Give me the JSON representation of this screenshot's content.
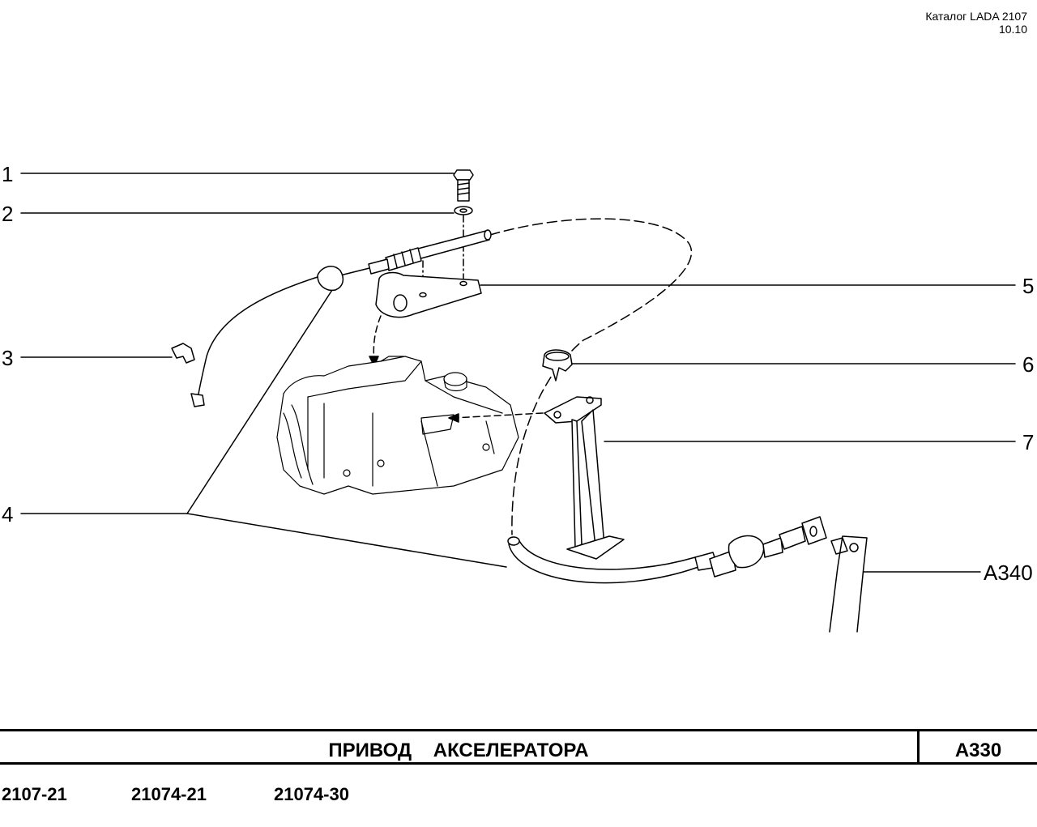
{
  "header": {
    "catalog": "Каталог LADA 2107",
    "date": "10.10"
  },
  "callouts": [
    {
      "id": "1",
      "label": "1"
    },
    {
      "id": "2",
      "label": "2"
    },
    {
      "id": "3",
      "label": "3"
    },
    {
      "id": "4",
      "label": "4"
    },
    {
      "id": "5",
      "label": "5"
    },
    {
      "id": "6",
      "label": "6"
    },
    {
      "id": "7",
      "label": "7"
    },
    {
      "id": "ref",
      "label": "A340"
    }
  ],
  "title": {
    "text": "ПРИВОД    АКСЕЛЕРАТОРА",
    "code": "A330"
  },
  "models": [
    "2107-21",
    "21074-21",
    "21074-30"
  ]
}
